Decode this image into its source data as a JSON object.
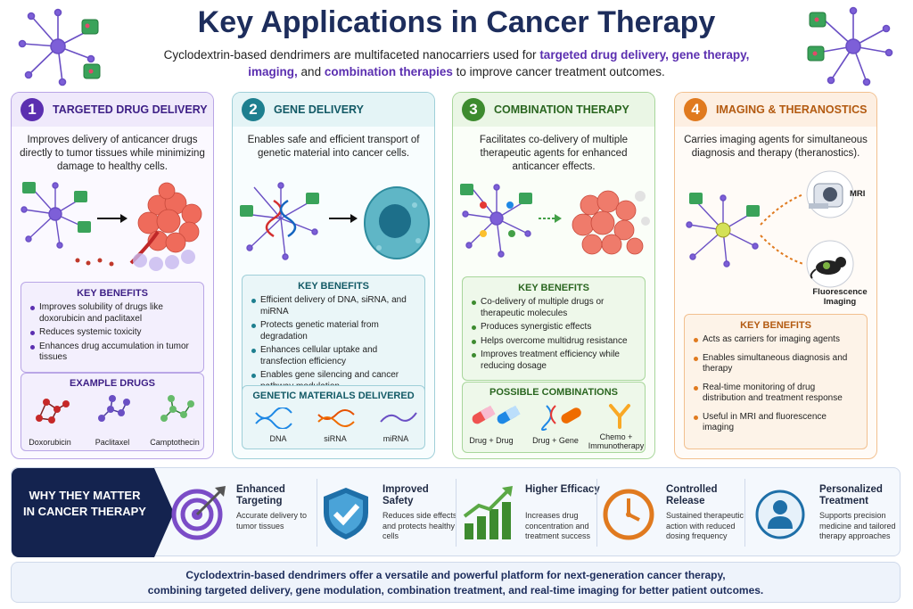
{
  "header": {
    "title": "Key Applications in Cancer Therapy",
    "subtitle_parts": [
      "Cyclodextrin-based dendrimers are multifaceted nanocarriers used for ",
      "targeted drug delivery, gene therapy,",
      " ",
      "imaging,",
      " and ",
      "combination therapies",
      " to improve cancer treatment outcomes."
    ]
  },
  "columns": [
    {
      "number": "1",
      "title": "TARGETED DRUG DELIVERY",
      "color": "#5b2fb0",
      "description": "Improves delivery of anticancer drugs directly to tumor tissues while minimizing damage to healthy cells.",
      "benefits_title": "KEY BENEFITS",
      "benefits": [
        "Improves solubility of drugs like doxorubicin and paclitaxel",
        "Reduces systemic toxicity",
        "Enhances drug accumulation in tumor tissues"
      ],
      "sub_title": "EXAMPLE DRUGS",
      "sub_items": [
        "Doxorubicin",
        "Paclitaxel",
        "Camptothecin"
      ]
    },
    {
      "number": "2",
      "title": "GENE DELIVERY",
      "color": "#1e7f8f",
      "description": "Enables safe and efficient transport of genetic material into cancer cells.",
      "benefits_title": "KEY BENEFITS",
      "benefits": [
        "Efficient delivery of DNA, siRNA, and miRNA",
        "Protects genetic material from degradation",
        "Enhances cellular uptake and transfection efficiency",
        "Enables gene silencing and cancer pathway modulation"
      ],
      "sub_title": "GENETIC MATERIALS DELIVERED",
      "sub_items": [
        "DNA",
        "siRNA",
        "miRNA"
      ]
    },
    {
      "number": "3",
      "title": "COMBINATION THERAPY",
      "color": "#3d8b2f",
      "description": "Facilitates co-delivery of multiple therapeutic agents for enhanced anticancer effects.",
      "benefits_title": "KEY BENEFITS",
      "benefits": [
        "Co-delivery of multiple drugs or therapeutic molecules",
        "Produces synergistic effects",
        "Helps overcome multidrug resistance",
        "Improves treatment efficiency while reducing dosage"
      ],
      "sub_title": "POSSIBLE COMBINATIONS",
      "sub_items": [
        "Drug + Drug",
        "Drug + Gene",
        "Chemo + Immunotherapy"
      ]
    },
    {
      "number": "4",
      "title": "IMAGING & THERANOSTICS",
      "color": "#e07a1f",
      "description": "Carries imaging agents for simultaneous diagnosis and therapy (theranostics).",
      "imaging_labels": [
        "MRI",
        "Fluorescence Imaging"
      ],
      "benefits_title": "KEY BENEFITS",
      "benefits": [
        "Acts as carriers for imaging agents",
        "Enables simultaneous diagnosis and therapy",
        "Real-time monitoring of drug distribution and treatment response",
        "Useful in MRI and fluorescence imaging"
      ]
    }
  ],
  "why": {
    "heading": "WHY THEY MATTER IN CANCER THERAPY",
    "features": [
      {
        "title": "Enhanced Targeting",
        "desc": "Accurate delivery to tumor tissues",
        "icon": "target-icon",
        "color": "#7b4cc7"
      },
      {
        "title": "Improved Safety",
        "desc": "Reduces side effects and protects healthy cells",
        "icon": "shield-check-icon",
        "color": "#1e6fa8"
      },
      {
        "title": "Higher Efficacy",
        "desc": "Increases drug concentration and treatment success",
        "icon": "growth-chart-icon",
        "color": "#3d8b2f"
      },
      {
        "title": "Controlled Release",
        "desc": "Sustained therapeutic action with reduced dosing frequency",
        "icon": "clock-icon",
        "color": "#e07a1f"
      },
      {
        "title": "Personalized Treatment",
        "desc": "Supports precision medicine and tailored therapy approaches",
        "icon": "person-icon",
        "color": "#1e6fa8"
      }
    ]
  },
  "footer": {
    "line1": "Cyclodextrin-based dendrimers offer a versatile and powerful platform for next-generation cancer therapy,",
    "line2": "combining targeted delivery, gene modulation, combination treatment, and real-time imaging for better patient outcomes."
  }
}
